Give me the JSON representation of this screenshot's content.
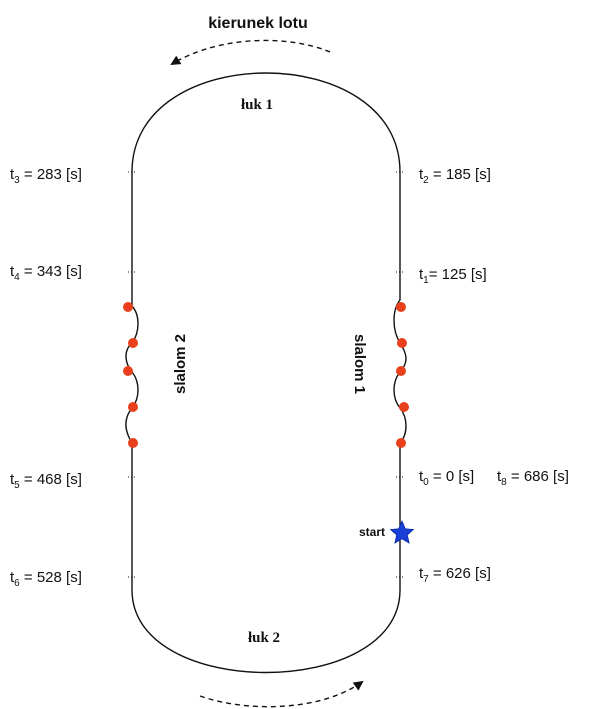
{
  "direction_label": "kierunek lotu",
  "arc_top": "łuk 1",
  "arc_bottom": "łuk 2",
  "slalom_right": "slalom 1",
  "slalom_left": "slalom 2",
  "start_label": "start",
  "unit": "[s]",
  "time_points": [
    {
      "sym": "t",
      "sub": "3",
      "val": "283"
    },
    {
      "sym": "t",
      "sub": "2",
      "val": "185"
    },
    {
      "sym": "t",
      "sub": "4",
      "val": "343"
    },
    {
      "sym": "t",
      "sub": "1",
      "val": "125"
    },
    {
      "sym": "t",
      "sub": "5",
      "val": "468"
    },
    {
      "sym": "t",
      "sub": "0",
      "val": "0"
    },
    {
      "sym": "t",
      "sub": "8",
      "val": "686"
    },
    {
      "sym": "t",
      "sub": "6",
      "val": "528"
    },
    {
      "sym": "t",
      "sub": "7",
      "val": "626"
    }
  ],
  "colors": {
    "track": "#111111",
    "obstacle": "#e8401c",
    "start_star": "#1a3fd6",
    "text": "#111111"
  },
  "icons": {
    "start_marker": "star-icon",
    "obstacle": "pylon-dot"
  }
}
